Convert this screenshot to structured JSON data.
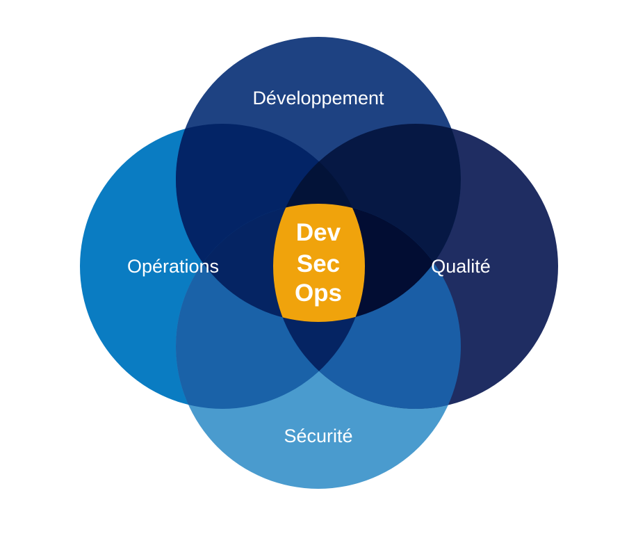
{
  "diagram": {
    "circles": [
      {
        "id": "developpement",
        "label": "Développement",
        "color": "#1e4282"
      },
      {
        "id": "operations",
        "label": "Opérations",
        "color": "#0a7cc2"
      },
      {
        "id": "qualite",
        "label": "Qualité",
        "color": "#1f2d62"
      },
      {
        "id": "securite",
        "label": "Sécurité",
        "color": "#4a9bce"
      }
    ],
    "center": {
      "lines": [
        "Dev",
        "Sec",
        "Ops"
      ],
      "color": "#f0a30c"
    },
    "overlap_colors": {
      "dev_ops": "#032466",
      "dev_qual": "#061844",
      "ops_sec": "#1a62a8",
      "qual_sec": "#1a5ea6",
      "triple_top": "#031338",
      "triple_bottom": "#052463",
      "triple_left": "#031a4d",
      "triple_right": "#020d33"
    }
  }
}
